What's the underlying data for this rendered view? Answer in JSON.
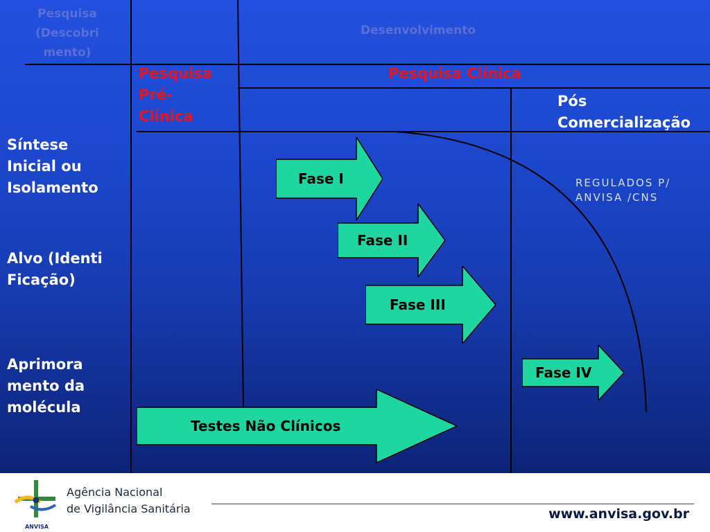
{
  "header": {
    "pesquisa_descoberta": "Pesquisa\n(Descobri\nmento)",
    "desenvolvimento": "Desenvolvimento",
    "pesquisa_pre_clinica": "Pesquisa\nPré-\nClínica",
    "pesquisa_clinica": "Pesquisa Clínica",
    "pos_comercializacao": "Pós\nComercialização"
  },
  "stages": {
    "sintese": "Síntese\nInicial ou\nIsolamento",
    "alvo": "Alvo (Identi\nFicação)",
    "aprimoramento": "Aprimora\nmento da\nmolécula"
  },
  "regulated_note": "REGULADOS P/\nANVISA /CNS",
  "arrows": {
    "fase1": "Fase I",
    "fase2": "Fase II",
    "fase3": "Fase III",
    "fase4": "Fase IV",
    "testes": "Testes Não Clínicos"
  },
  "footer": {
    "agency_line1": "Agência Nacional",
    "agency_line2": "de Vigilância Sanitária",
    "logo_caption": "ANVISA",
    "website": "www.anvisa.gov.br"
  },
  "colors": {
    "background_top": "#2350de",
    "background_bottom": "#0d2377",
    "arrow_fill": "#1fd6a0",
    "red_heading": "#e8161c",
    "dim_heading": "#5a6fd8"
  }
}
